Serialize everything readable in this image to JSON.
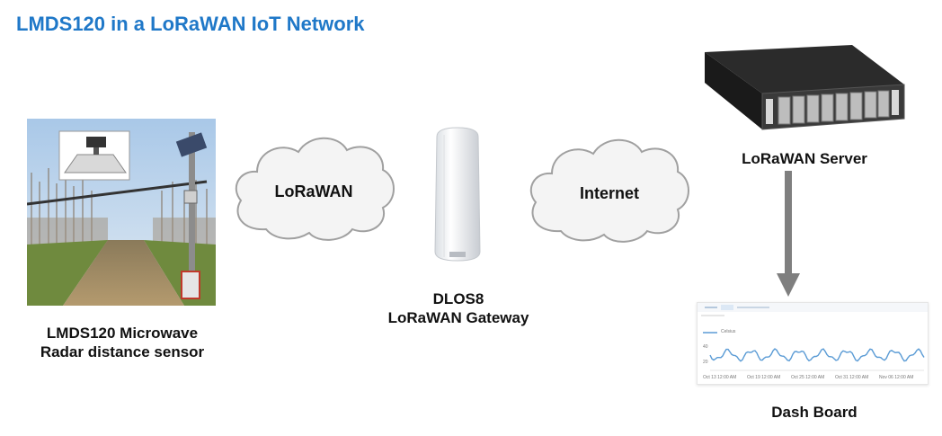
{
  "title": "LMDS120 in a LoRaWAN IoT Network",
  "nodes": {
    "sensor": {
      "caption_line1": "LMDS120 Microwave",
      "caption_line2": "Radar distance sensor"
    },
    "cloud_lorawan": {
      "label": "LoRaWAN"
    },
    "gateway": {
      "caption_line1": "DLOS8",
      "caption_line2": "LoRaWAN Gateway"
    },
    "cloud_internet": {
      "label": "Internet"
    },
    "server": {
      "caption": "LoRaWAN Server"
    },
    "dashboard": {
      "caption": "Dash Board",
      "legend": "Celsius",
      "y_ticks": [
        "40",
        "20"
      ],
      "x_ticks": [
        "Oct 13 12:00 AM",
        "Oct 19 12:00 AM",
        "Oct 25 12:00 AM",
        "Oct 31 12:00 AM",
        "Nov 06 12:00 AM"
      ],
      "line_color": "#5a9bd5"
    }
  },
  "colors": {
    "title": "#1f78c8",
    "arrow": "#7f7f7f",
    "cloud_fill": "#f4f4f4",
    "cloud_stroke": "#a0a0a0"
  }
}
